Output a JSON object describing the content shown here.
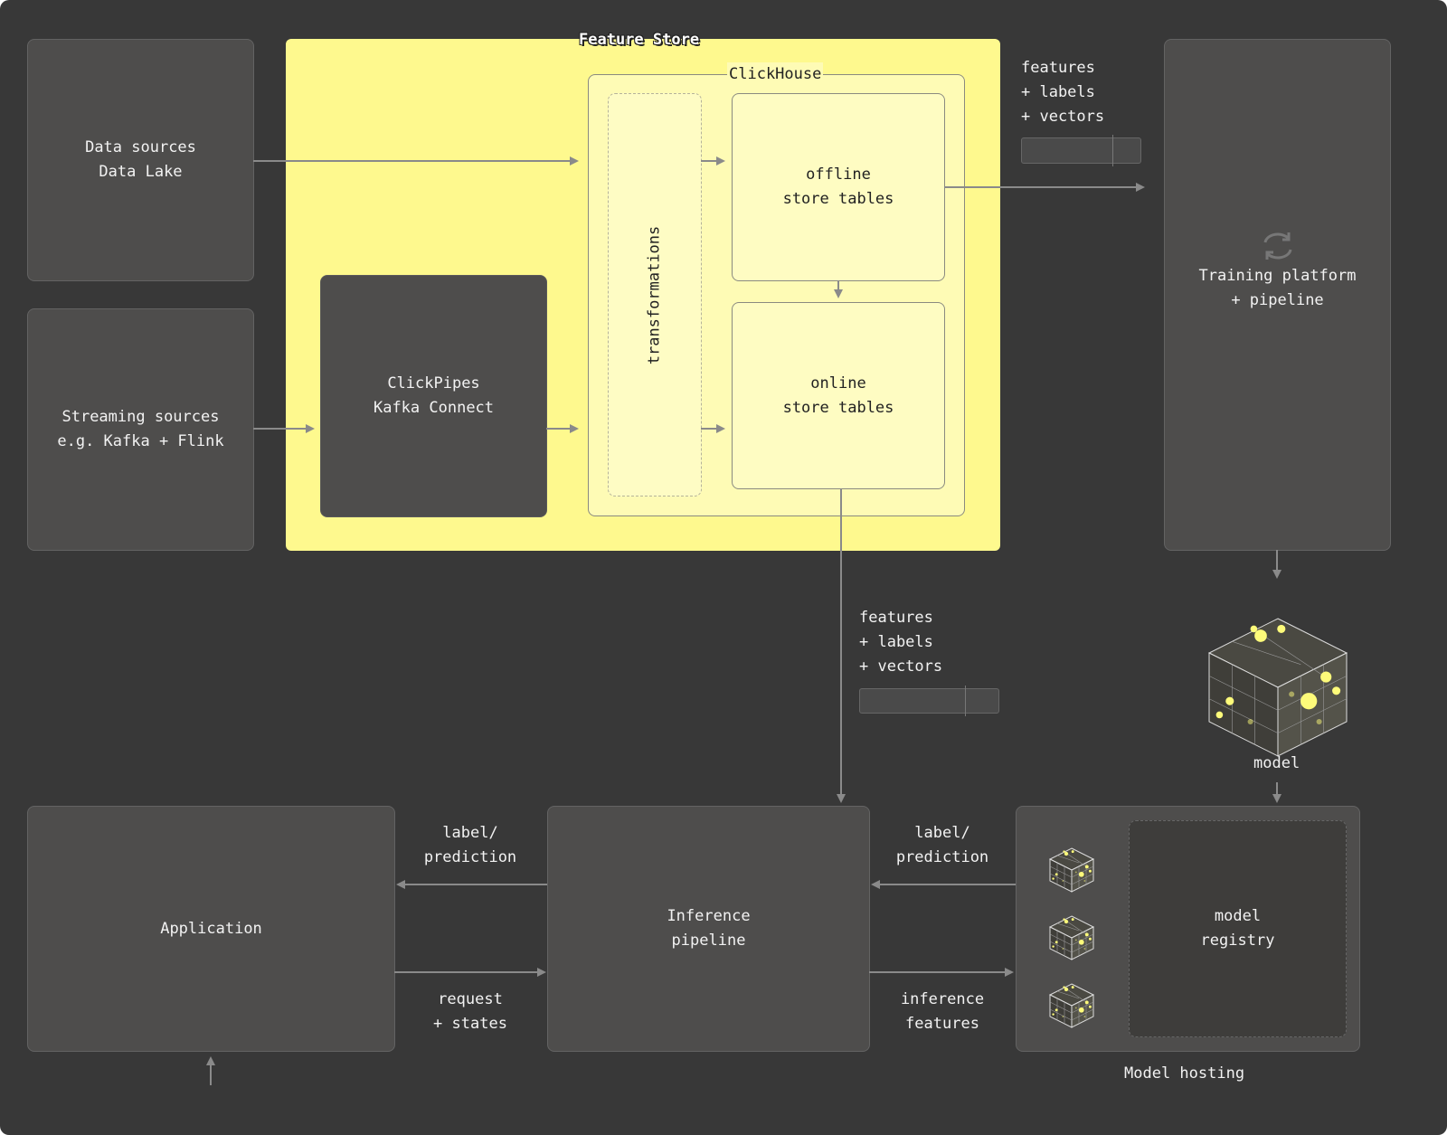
{
  "feature_store": {
    "title": "Feature Store"
  },
  "clickhouse": {
    "title": "ClickHouse",
    "transformations": "transformations",
    "offline": "offline\nstore tables",
    "online": "online\nstore tables"
  },
  "sources": {
    "data": "Data sources\nData Lake",
    "streaming": "Streaming sources\ne.g. Kafka + Flink"
  },
  "clickpipes": "ClickPipes\nKafka Connect",
  "training": "Training platform\n+ pipeline",
  "features_top": "features\n+ labels\n+ vectors",
  "features_mid": "features\n+ labels\n+ vectors",
  "model": "model",
  "application": "Application",
  "inference": "Inference\npipeline",
  "model_registry": "model\nregistry",
  "model_hosting": "Model hosting",
  "edges": {
    "app_label": "label/\nprediction",
    "host_label": "label/\nprediction",
    "request": "request\n+ states",
    "inference_features": "inference\nfeatures"
  },
  "colors": {
    "background": "#383838",
    "feature_store": "#fef98e",
    "accent": "#fefb7a"
  }
}
